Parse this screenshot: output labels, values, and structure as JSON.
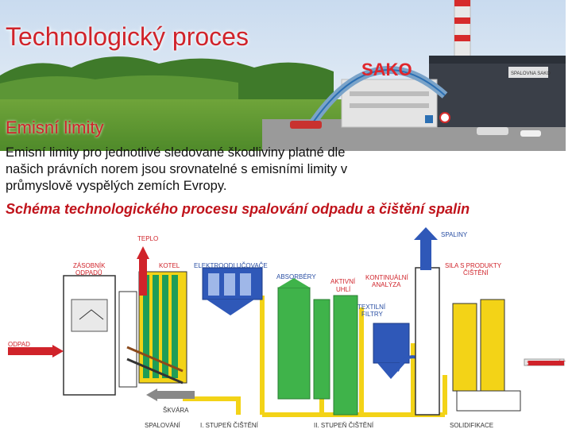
{
  "slide": {
    "title": "Technologický proces",
    "subtitle": "Emisní limity",
    "body": "Emisní limity pro jednotlivé sledované škodliviny platné dle našich právních norem jsou srovnatelné s emisními limity v průmyslově vyspělých zemích Evropy.",
    "schema_title": "Schéma technologického procesu spalování odpadu a čištění spalin"
  },
  "photo": {
    "sign_text": "SAKO",
    "building_sign": "SPALOVNA SAKO"
  },
  "diagram": {
    "labels": {
      "teplo": "TEPLO",
      "zasobnik": "ZÁSOBNÍK",
      "odpadu": "ODPADŮ",
      "kotel": "KOTEL",
      "elektro": "ELEKTROODLUČOVAČE",
      "absorbery": "ABSORBÉRY",
      "aktivni": "AKTIVNÍ",
      "uhli": "UHLÍ",
      "kontinualni": "KONTINUÁLNÍ",
      "analyza": "ANALÝZA",
      "spaliny": "SPALINY",
      "sila1": "SILA S PRODUKTY",
      "sila2": "ČIŠTĚNÍ",
      "textilni": "TEXTILNÍ",
      "filtry": "FILTRY",
      "odpad": "ODPAD",
      "solidifikat": "SOLIDIFIKÁT",
      "skvara": "ŠKVÁRA"
    },
    "bottom": {
      "spalovani": "SPALOVÁNÍ",
      "stupen1": "I. STUPEŇ ČIŠTĚNÍ",
      "stupen2": "II. STUPEŇ ČIŠTĚNÍ",
      "solidifikace": "SOLIDIFIKACE"
    }
  },
  "colors": {
    "title_red": "#d0232a",
    "flow_yellow": "#f3d317",
    "blue_equipment": "#2f58b8",
    "green_equipment": "#3fb34a"
  }
}
